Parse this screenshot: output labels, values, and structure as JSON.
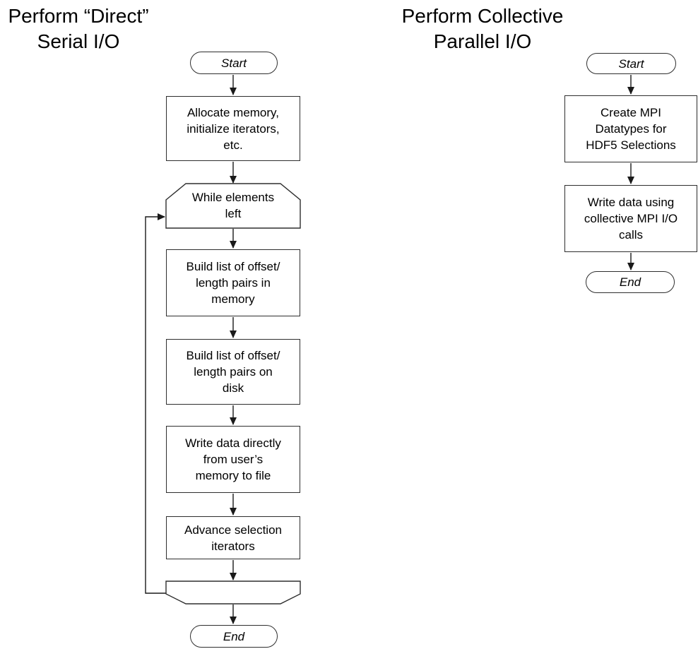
{
  "colors": {
    "line": "#1a1a1a",
    "shape_border": "#2e2e2e",
    "shape_fill": "#ffffff",
    "text": "#000000",
    "background": "#ffffff"
  },
  "left_chart": {
    "title": "Perform “Direct”\nSerial I/O",
    "start_label": "Start",
    "end_label": "End",
    "loop_label": "While elements\nleft",
    "steps": [
      {
        "text": "Allocate memory,\ninitialize iterators,\netc."
      },
      {
        "text": "Build list of offset/\nlength pairs in\nmemory"
      },
      {
        "text": "Build list of offset/\nlength pairs on\ndisk"
      },
      {
        "text": "Write data directly\nfrom user’s\nmemory to file"
      },
      {
        "text": "Advance selection\niterators"
      }
    ]
  },
  "right_chart": {
    "title": "Perform Collective\nParallel I/O",
    "start_label": "Start",
    "end_label": "End",
    "steps": [
      {
        "text": "Create MPI\nDatatypes for\nHDF5 Selections"
      },
      {
        "text": "Write data using\ncollective MPI I/O\ncalls"
      }
    ]
  }
}
